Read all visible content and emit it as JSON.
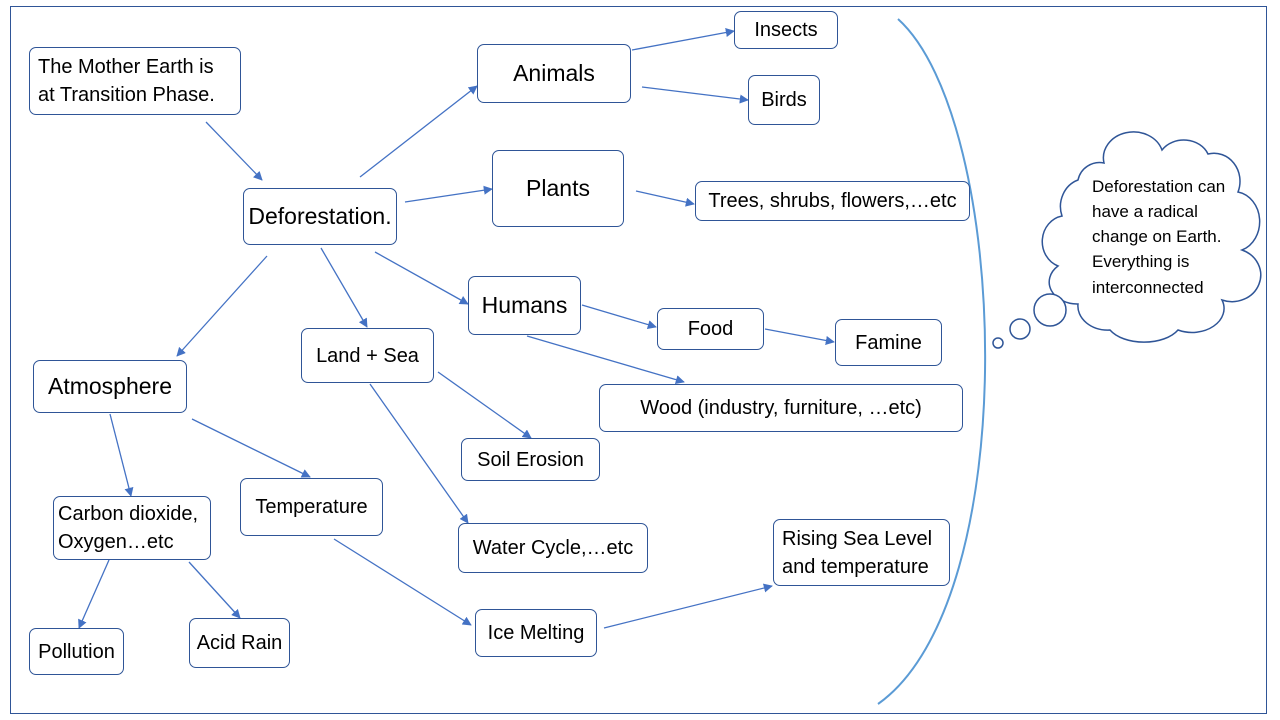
{
  "colors": {
    "border": "#2f5597",
    "arrow": "#4472c4",
    "curve": "#5b9bd5",
    "text": "#000000",
    "background": "#ffffff"
  },
  "nodes": {
    "mother_earth": [
      "The Mother Earth is",
      "at Transition Phase."
    ],
    "deforestation": "Deforestation.",
    "animals": "Animals",
    "insects": "Insects",
    "birds": "Birds",
    "plants": "Plants",
    "trees": "Trees, shrubs, flowers,…etc",
    "humans": "Humans",
    "food": "Food",
    "famine": "Famine",
    "wood": "Wood (industry, furniture, …etc)",
    "atmosphere": "Atmosphere",
    "land_sea": "Land + Sea",
    "soil_erosion": "Soil Erosion",
    "water_cycle": "Water Cycle,…etc",
    "carbon": [
      "Carbon dioxide,",
      "Oxygen…etc"
    ],
    "temperature": "Temperature",
    "pollution": "Pollution",
    "acid_rain": "Acid Rain",
    "ice_melting": "Ice Melting",
    "rising_sea": [
      "Rising Sea Level",
      "and temperature"
    ]
  },
  "thought_bubble": [
    "Deforestation can",
    "have a radical",
    "change on Earth.",
    "Everything is",
    "interconnected"
  ]
}
